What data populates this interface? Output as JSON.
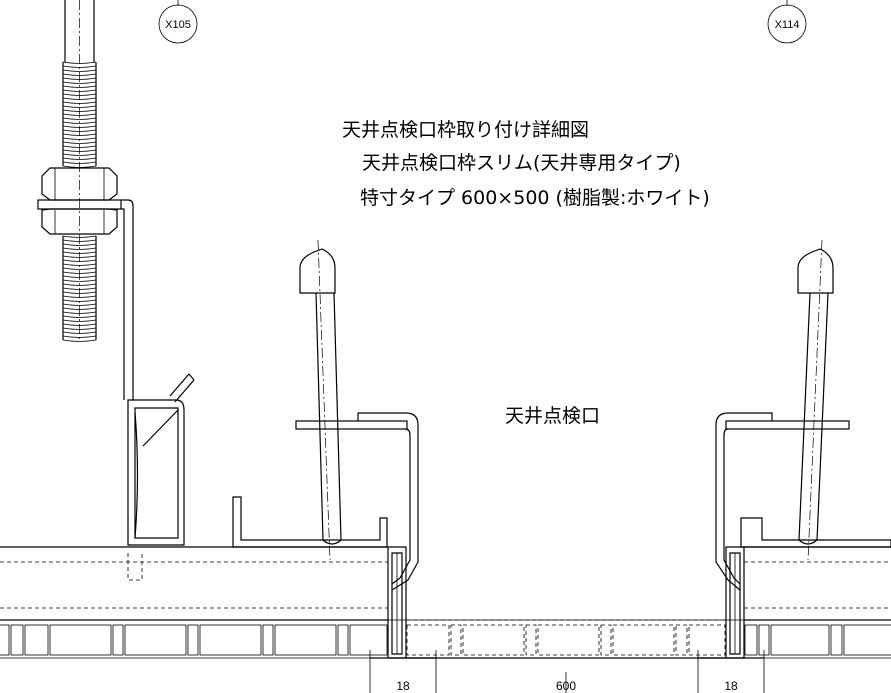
{
  "grid_bubbles": {
    "left": "X105",
    "right": "X114"
  },
  "title": {
    "line1": "天井点検口枠取り付け詳細図",
    "line2": "天井点検口枠スリム(天井専用タイプ)",
    "line3": "特寸タイプ 600×500 (樹脂製:ホワイト)"
  },
  "opening_label": "天井点検口",
  "dimensions": {
    "left_frame": "18",
    "opening_width": "600",
    "right_frame": "18"
  }
}
